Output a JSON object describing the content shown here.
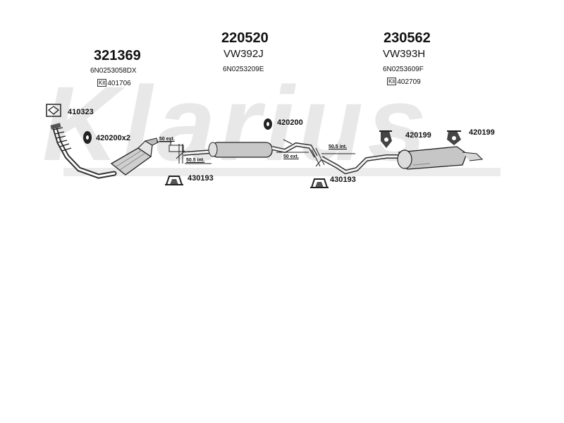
{
  "watermark": "Klarius",
  "parts": [
    {
      "number": "321369",
      "code": "6N0253058DX",
      "kit": "401706"
    },
    {
      "number": "220520",
      "subtitle": "VW392J",
      "code": "6N0253209E"
    },
    {
      "number": "230562",
      "subtitle": "VW393H",
      "code": "6N0253609F",
      "kit": "402709"
    }
  ],
  "kit_icon": "Kit",
  "fittings": {
    "ring": "410323",
    "hanger_x2": "420200x2",
    "clamp_1": "430193",
    "hanger_mid": "420200",
    "clamp_2": "430193",
    "rubber_1": "420199",
    "rubber_2": "420199"
  },
  "dimensions": {
    "ext_1": "50 ext.",
    "int_1": "50.5 int.",
    "ext_2": "50 ext.",
    "int_2": "50.5 int."
  }
}
